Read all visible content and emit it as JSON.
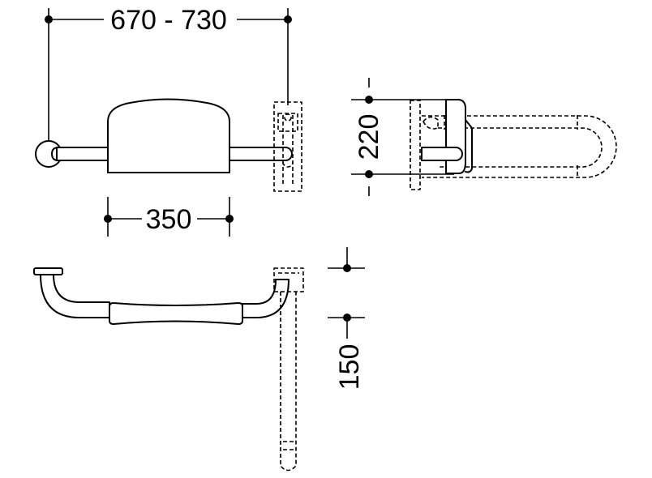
{
  "dimensions": {
    "overall_length": "670 - 730",
    "pad_length": "350",
    "fold_height": "220",
    "wall_offset": "150"
  },
  "colors": {
    "line": "#000000",
    "background": "#ffffff"
  }
}
